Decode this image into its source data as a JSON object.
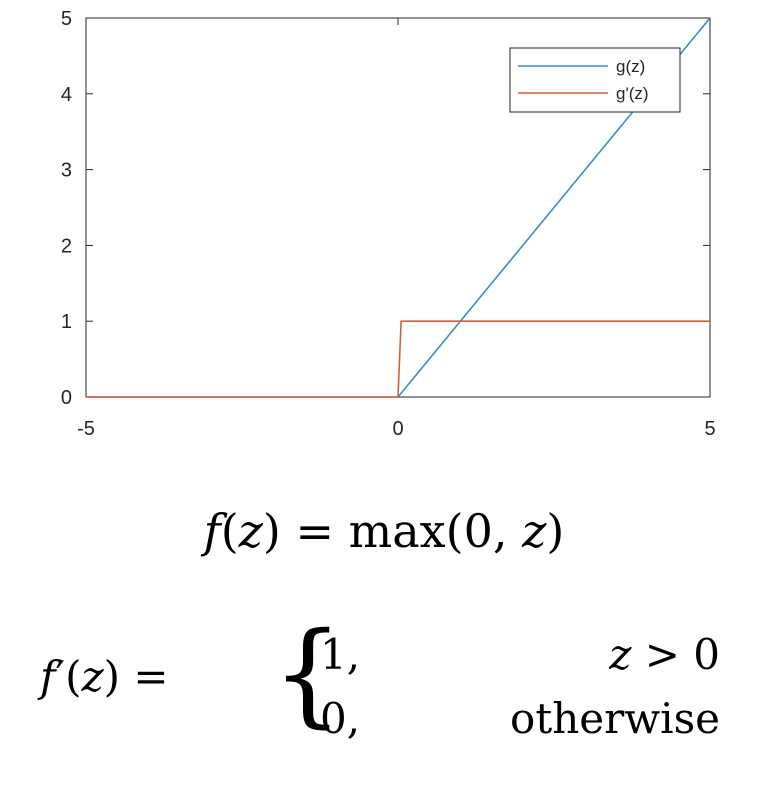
{
  "chart_data": {
    "type": "line",
    "x_ticks": [
      "-5",
      "0",
      "5"
    ],
    "y_ticks": [
      "0",
      "1",
      "2",
      "3",
      "4",
      "5"
    ],
    "xlim": [
      -5,
      5
    ],
    "ylim": [
      0,
      5
    ],
    "grid": false,
    "legend_position": "top-right",
    "series": [
      {
        "name": "g(z)",
        "color": "#3a8fc2",
        "x": [
          -5,
          0,
          5
        ],
        "y": [
          0,
          0,
          5
        ]
      },
      {
        "name": "g'(z)",
        "color": "#d2613a",
        "x": [
          -5,
          0,
          0.05,
          5
        ],
        "y": [
          0,
          0,
          1,
          1
        ]
      }
    ]
  },
  "equations": {
    "f": {
      "func": "f",
      "open": "(",
      "var": "z",
      "close": ")",
      "equals": " = ",
      "rhs_fn": "max",
      "rhs_open": "(",
      "rhs_zero": "0",
      "rhs_comma": ", ",
      "rhs_var": "z",
      "rhs_close": ")"
    },
    "fprime": {
      "func": "f",
      "prime": "′",
      "open": "(",
      "var": "z",
      "close": ")",
      "equals": " = ",
      "case1_value": "1,",
      "case1_var": "z",
      "case1_rest": " > 0",
      "case2_value": "0,",
      "case2_condition": "otherwise"
    }
  }
}
